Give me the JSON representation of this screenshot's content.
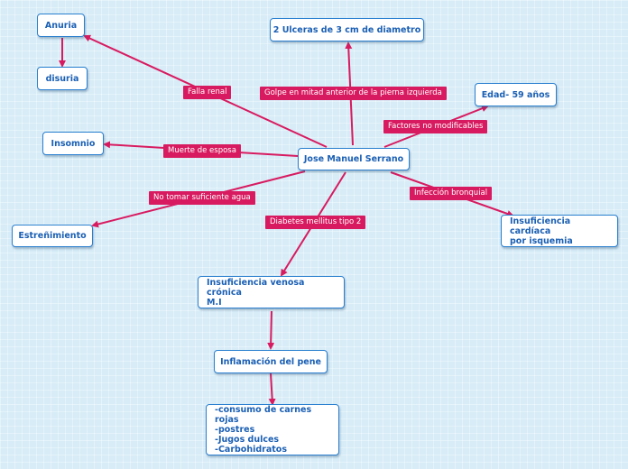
{
  "colors": {
    "edge": "#d81b60",
    "node_border": "#2a7fcf",
    "node_text": "#1a5fb4",
    "label_bg": "#d81b60"
  },
  "nodes": {
    "center": "Jose Manuel Serrano",
    "anuria": "Anuria",
    "disuria": "disuria",
    "ulceras": "2 Ulceras de 3 cm de diametro",
    "edad": "Edad- 59 años",
    "insomnio": "Insomnio",
    "estrenimiento": "Estreñimiento",
    "insuf_cardiaca": "Insuficiencia cardíaca\npor isquemia",
    "insuf_venosa": "Insuficiencia venosa crónica\nM.I",
    "inflamacion": "Inflamación del pene",
    "consumo": "-consumo de carnes rojas\n-postres\n-Jugos dulces\n-Carbohidratos"
  },
  "labels": {
    "falla_renal": "Falla renal",
    "golpe": "Golpe en mitad anterior de la pierna izquierda",
    "factores": "Factores no modificables",
    "muerte": "Muerte de esposa",
    "no_tomar": "No tomar suficiente agua",
    "infeccion": "Infección bronquial",
    "diabetes": "Diabetes mellitus tipo 2"
  }
}
